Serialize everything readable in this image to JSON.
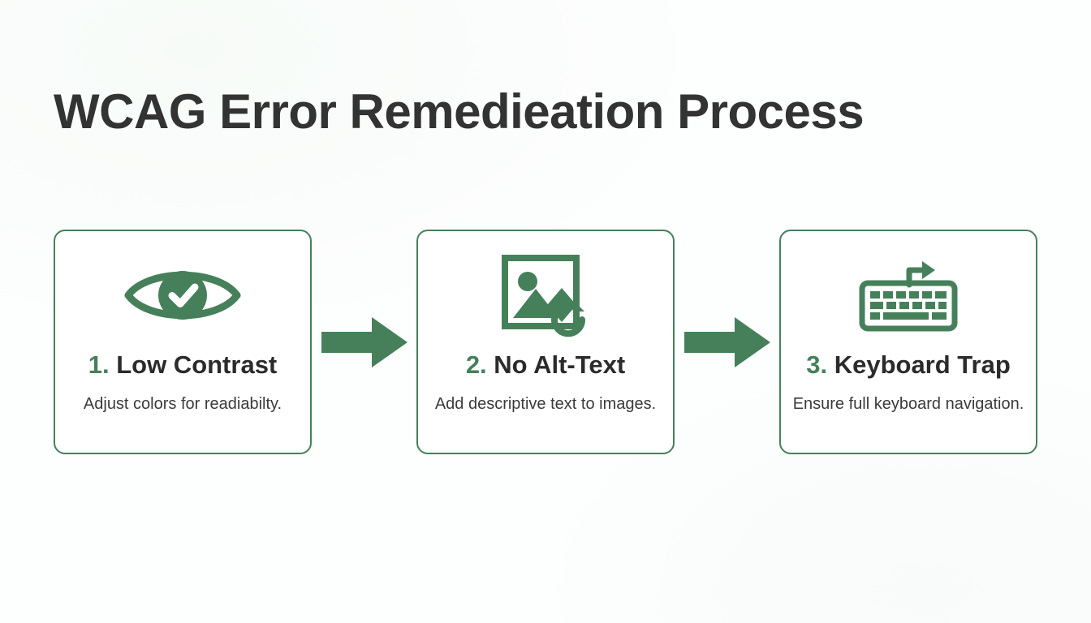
{
  "page": {
    "title": "WCAG Error Remedieation Process",
    "background_color": "#fdfefe",
    "accent_color": "#46805a",
    "title_color": "#333333"
  },
  "flow": {
    "connector_icon": "right-arrow-icon",
    "connector_color": "#46805a",
    "steps": [
      {
        "number": "1.",
        "title": "Low Contrast",
        "full_title": "1. Low Contrast",
        "description": "Adjust colors for readiabilty.",
        "icon": "eye-check-icon"
      },
      {
        "number": "2.",
        "title": "No Alt-Text",
        "full_title": "2. No Alt-Text",
        "description": "Add descriptive text to images.",
        "icon": "image-refresh-icon"
      },
      {
        "number": "3.",
        "title": "Keyboard Trap",
        "full_title": "3. Keyboard Trap",
        "description": "Ensure full keyboard navigation.",
        "icon": "keyboard-escape-arrow-icon"
      }
    ]
  }
}
